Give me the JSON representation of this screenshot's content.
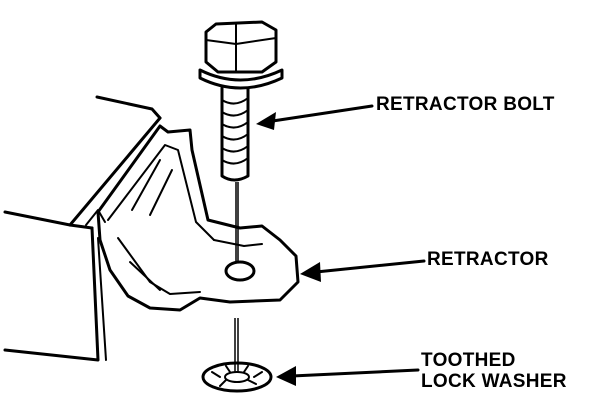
{
  "labels": {
    "retractor_bolt": "RETRACTOR BOLT",
    "retractor": "RETRACTOR",
    "toothed_line1": "TOOTHED",
    "toothed_line2": "LOCK WASHER"
  },
  "colors": {
    "ink": "#000000",
    "paper": "#ffffff"
  }
}
